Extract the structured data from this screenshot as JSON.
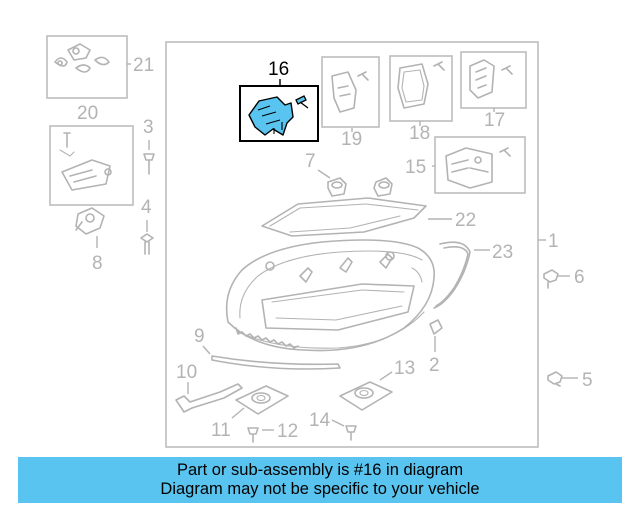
{
  "diagram": {
    "highlighted_part": "16",
    "callouts": {
      "c1": "1",
      "c2": "2",
      "c3": "3",
      "c4": "4",
      "c5": "5",
      "c6": "6",
      "c7": "7",
      "c8": "8",
      "c9": "9",
      "c10": "10",
      "c11": "11",
      "c12": "12",
      "c13": "13",
      "c14": "14",
      "c15": "15",
      "c16": "16",
      "c17": "17",
      "c18": "18",
      "c19": "19",
      "c20": "20",
      "c21": "21",
      "c22": "22",
      "c23": "23"
    },
    "highlight_color": "#5ac4f0"
  },
  "banner": {
    "line1": "Part or sub-assembly is #16 in diagram",
    "line2": "Diagram may not be specific to your vehicle"
  }
}
